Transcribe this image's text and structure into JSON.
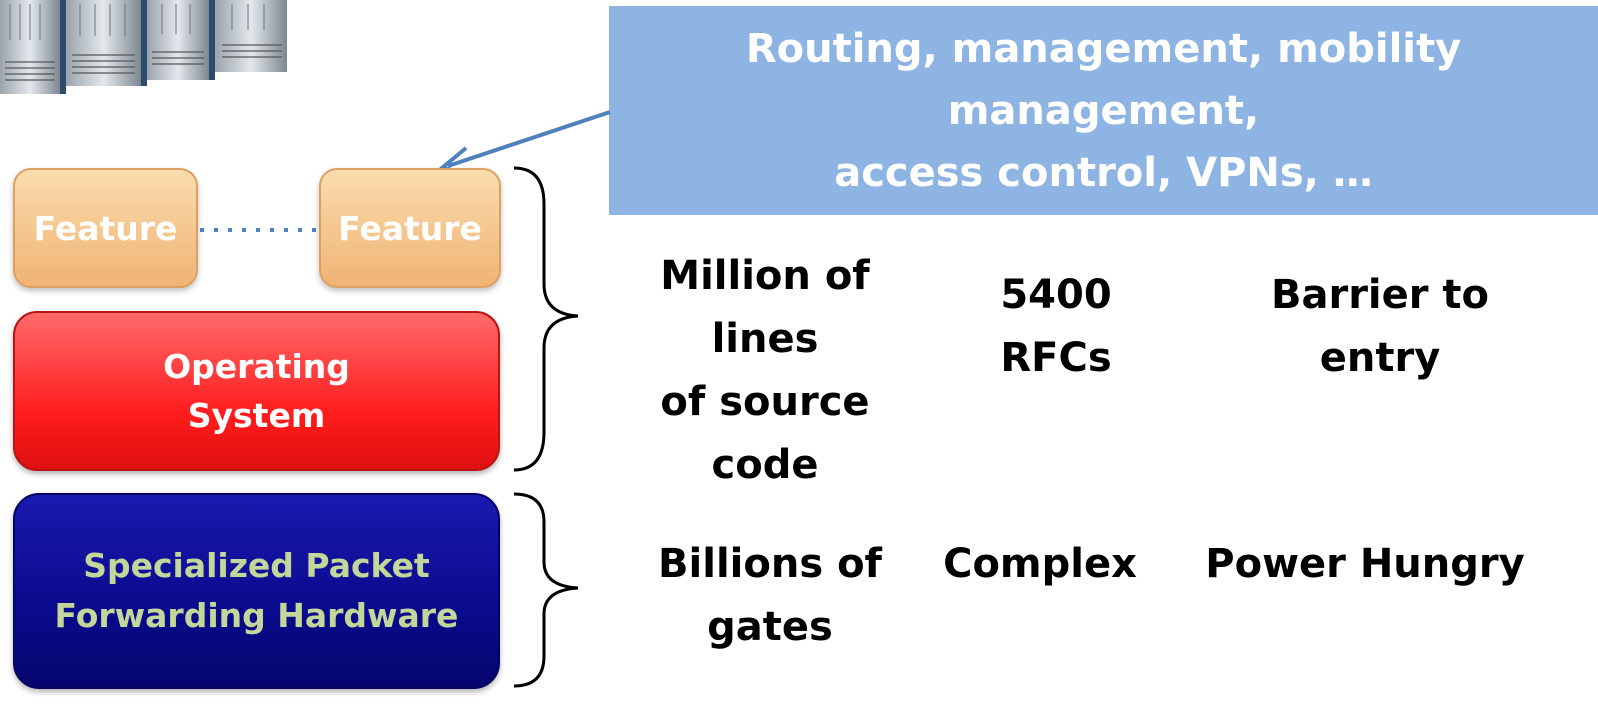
{
  "stack": {
    "feature_left": "Feature",
    "feature_right": "Feature",
    "os": "Operating\nSystem",
    "hardware": "Specialized Packet\nForwarding Hardware"
  },
  "callout": {
    "text": "Routing, management, mobility\nmanagement,\naccess control, VPNs, …"
  },
  "software_row": {
    "source_code": "Million of\nlines\nof source\ncode",
    "rfcs": "5400 RFCs",
    "barrier": "Barrier to entry"
  },
  "hardware_row": {
    "gates": "Billions of\ngates",
    "complex": "Complex",
    "power": "Power Hungry"
  },
  "colors": {
    "feature": "#efb474",
    "os": "#ff1c1c",
    "hardware": "#0a0a8c",
    "hardware_text": "#c4d79b",
    "callout": "#8eb4e3",
    "arrow": "#4f81bd"
  }
}
